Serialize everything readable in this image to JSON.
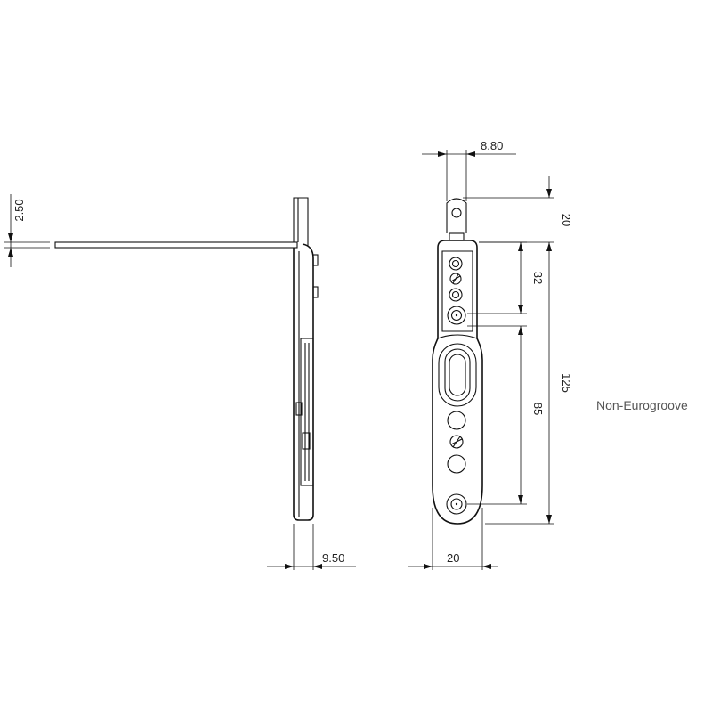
{
  "caption": "Non-Eurogroove",
  "dimensions": {
    "flange_thickness": "2.50",
    "side_depth": "9.50",
    "tab_width": "8.80",
    "front_width": "20",
    "tab_height": "20",
    "upper_hole_spacing": "32",
    "lower_hole_spacing": "85",
    "overall_length": "125"
  }
}
